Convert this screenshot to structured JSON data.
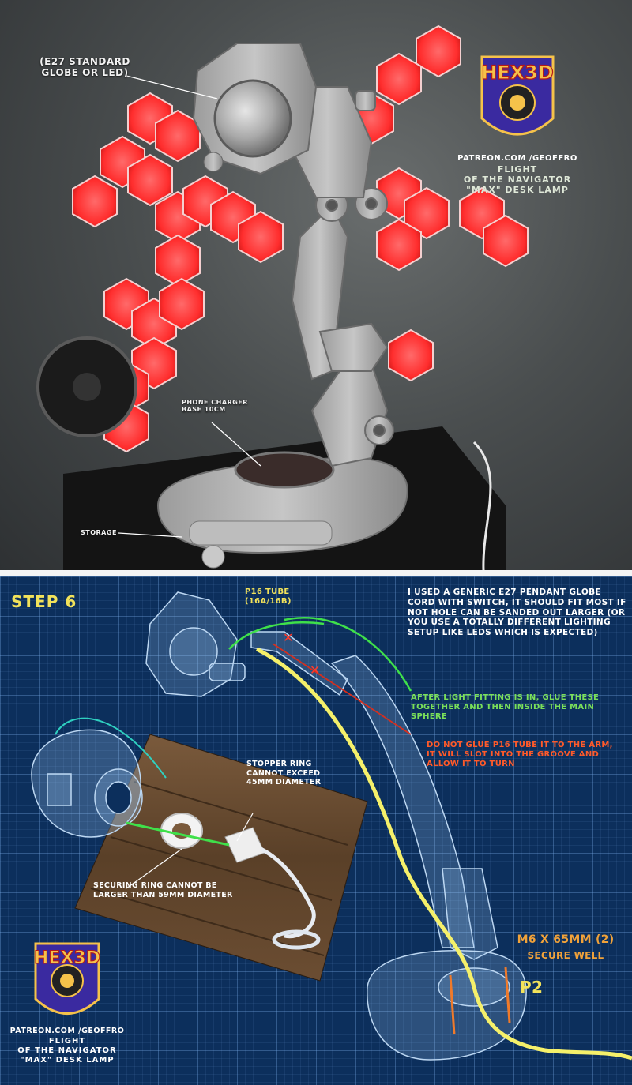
{
  "photo": {
    "callouts": {
      "globe": "(E27 STANDARD GLOBE OR LED)",
      "charger": "PHONE CHARGER BASE 10CM",
      "storage": "STORAGE"
    },
    "logo": {
      "label": "HEX3D"
    },
    "promo": {
      "url": "PATREON.COM /GEOFFRO",
      "title_line1": "FLIGHT",
      "title_line2": "OF THE NAVIGATOR",
      "title_line3": "\"MAX\" DESK LAMP"
    }
  },
  "blueprint": {
    "step": "STEP 6",
    "tube_label": "P16 TUBE (16A/16B)",
    "cord_note": "I USED A GENERIC E27 PENDANT GLOBE CORD WITH SWITCH, IT SHOULD FIT MOST IF NOT HOLE CAN BE SANDED OUT LARGER (OR YOU USE A TOTALLY DIFFERENT LIGHTING SETUP LIKE LEDS WHICH IS EXPECTED)",
    "glue_note": "AFTER LIGHT FITTING IS IN, GLUE THESE TOGETHER AND THEN INSIDE THE MAIN SPHERE",
    "no_glue_note": "DO NOT GLUE P16 TUBE IT TO THE ARM, IT WILL SLOT INTO THE GROOVE AND ALLOW IT TO TURN",
    "stopper_note": "STOPPER RING CANNOT EXCEED 45MM DIAMETER",
    "securing_note": "SECURING RING CANNOT BE LARGER THAN 59MM DIAMETER",
    "bolt_label": "M6 X 65MM (2)",
    "bolt_sub": "SECURE WELL",
    "part_label": "P2",
    "logo": {
      "label": "HEX3D"
    },
    "promo": {
      "url": "PATREON.COM /GEOFFRO",
      "title_line1": "FLIGHT",
      "title_line2": "OF THE NAVIGATOR",
      "title_line3": "\"MAX\" DESK LAMP"
    }
  },
  "colors": {
    "hex_panel": "#ff3a3a",
    "blueprint_bg": "#0c2f5c",
    "step_yellow": "#f2e25a",
    "note_green": "#7be05a",
    "note_red": "#ff5a2a",
    "note_orange": "#f0a23a"
  }
}
